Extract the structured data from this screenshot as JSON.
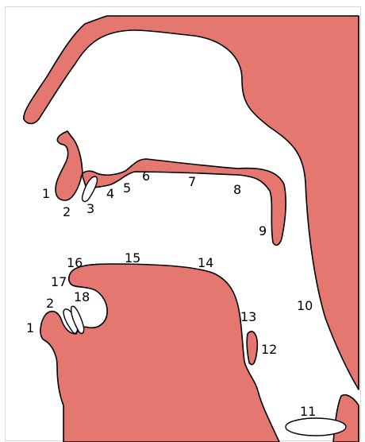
{
  "colors": {
    "tissue": "#e47871",
    "stroke": "#000000",
    "background": "#ffffff",
    "frame": "#d8d8d8"
  },
  "labels": [
    {
      "id": "1",
      "text": "1"
    },
    {
      "id": "2",
      "text": "2"
    },
    {
      "id": "3",
      "text": "3"
    },
    {
      "id": "4",
      "text": "4"
    },
    {
      "id": "5",
      "text": "5"
    },
    {
      "id": "6",
      "text": "6"
    },
    {
      "id": "7",
      "text": "7"
    },
    {
      "id": "8",
      "text": "8"
    },
    {
      "id": "9",
      "text": "9"
    },
    {
      "id": "10",
      "text": "10"
    },
    {
      "id": "11",
      "text": "11"
    },
    {
      "id": "12",
      "text": "12"
    },
    {
      "id": "13",
      "text": "13"
    },
    {
      "id": "14",
      "text": "14"
    },
    {
      "id": "15",
      "text": "15"
    },
    {
      "id": "16",
      "text": "16"
    },
    {
      "id": "17",
      "text": "17"
    },
    {
      "id": "18",
      "text": "18"
    },
    {
      "id": "1b",
      "text": "1"
    },
    {
      "id": "2b",
      "text": "2"
    }
  ]
}
